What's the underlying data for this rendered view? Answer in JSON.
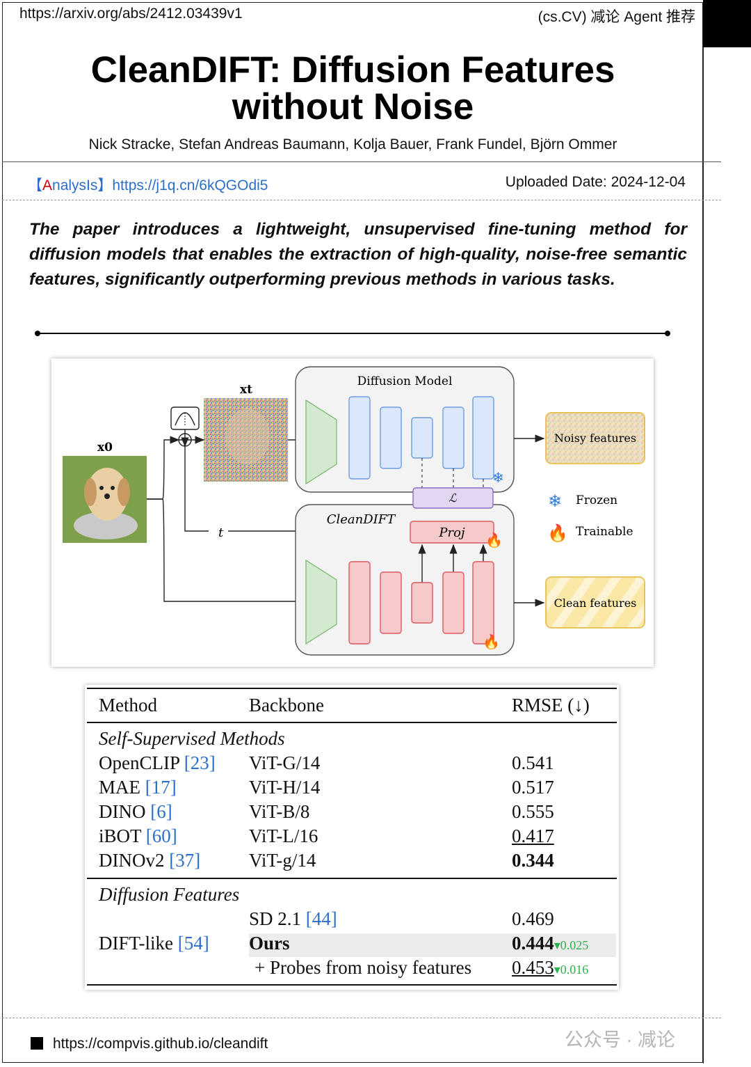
{
  "header": {
    "url": "https://arxiv.org/abs/2412.03439v1",
    "tag": "(cs.CV) 减论 Agent 推荐"
  },
  "title_line1": "CleanDIFT: Diffusion Features",
  "title_line2": "without Noise",
  "authors": "Nick Stracke, Stefan Andreas Baumann, Kolja Bauer, Frank Fundel, Björn Ommer",
  "analysis": {
    "bracket_open": "【",
    "a_letter": "A",
    "rest": "nalysIs",
    "bracket_close": "】",
    "link": "https://j1q.cn/6kQGOdi5"
  },
  "uploaded": "Uploaded Date: 2024-12-04",
  "summary": "The paper introduces a lightweight, unsupervised fine-tuning method for diffusion models that enables the extraction of high-quality, noise-free semantic features, significantly outperforming previous methods in various tasks.",
  "figure": {
    "x0_label": "x0",
    "xt_label": "xt",
    "t_label": "t",
    "diffusion_model": "Diffusion Model",
    "cleandift": "CleanDIFT",
    "loss": "ℒ",
    "proj": "Proj",
    "noisy_features": "Noisy features",
    "clean_features": "Clean features",
    "legend_frozen": "Frozen",
    "legend_trainable": "Trainable",
    "colors": {
      "blue_fill": "#dbe8fb",
      "blue_stroke": "#6d9de0",
      "red_fill": "#f6c9cb",
      "red_stroke": "#d9585f",
      "green_fill": "#d4ead0",
      "green_stroke": "#86bd7c",
      "loss_fill": "#e2d6f3",
      "yellow_fill": "#fdf2c6",
      "yellow_stroke": "#e7c45c"
    }
  },
  "table": {
    "col_method": "Method",
    "col_backbone": "Backbone",
    "col_rmse": "RMSE (↓)",
    "section1": "Self-Supervised Methods",
    "section2": "Diffusion Features",
    "rows": [
      {
        "method": "OpenCLIP",
        "cite": "[23]",
        "backbone": "ViT-G/14",
        "rmse": "0.541"
      },
      {
        "method": "MAE",
        "cite": "[17]",
        "backbone": "ViT-H/14",
        "rmse": "0.517"
      },
      {
        "method": "DINO",
        "cite": "[6]",
        "backbone": "ViT-B/8",
        "rmse": "0.555"
      },
      {
        "method": "iBOT",
        "cite": "[60]",
        "backbone": "ViT-L/16",
        "rmse": "0.417"
      },
      {
        "method": "DINOv2",
        "cite": "[37]",
        "backbone": "ViT-g/14",
        "rmse": "0.344"
      }
    ],
    "diff_method": "DIFT-like",
    "diff_method_cite": "[54]",
    "diff_rows": [
      {
        "backbone": "SD 2.1",
        "cite": "[44]",
        "rmse": "0.469",
        "delta": ""
      },
      {
        "backbone": "Ours",
        "cite": "",
        "rmse": "0.444",
        "delta": "▾0.025"
      },
      {
        "backbone": "+ Probes from noisy features",
        "cite": "",
        "rmse": "0.453",
        "delta": "▾0.016"
      }
    ]
  },
  "footer": {
    "url": "https://compvis.github.io/cleandift",
    "watermark": "公众号 · 减论"
  }
}
